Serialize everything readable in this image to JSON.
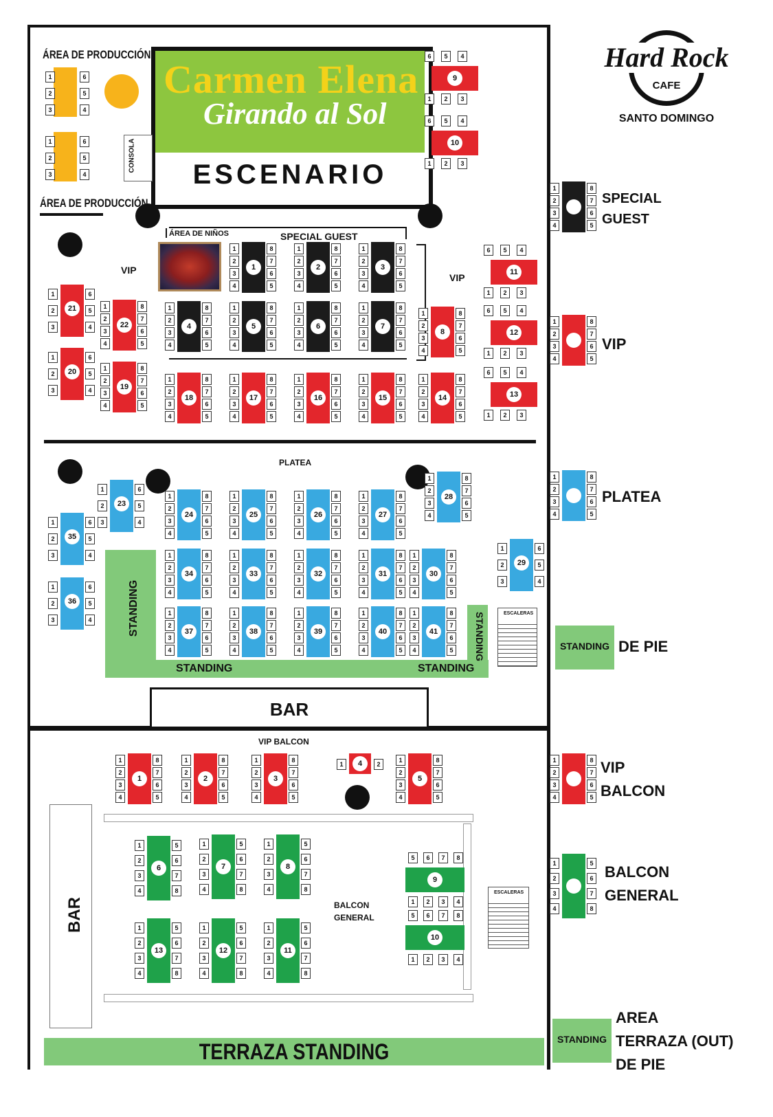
{
  "brand": {
    "name": "Hard Rock",
    "sub": "CAFE",
    "city": "SANTO DOMINGO"
  },
  "stage": {
    "artist": "Carmen Elena",
    "tour": "Girando al Sol",
    "label": "ESCENARIO"
  },
  "labels": {
    "produccion1": "ÁREA DE PRODUCCIÓN",
    "produccion2": "ÁREA DE PRODUCCIÓN",
    "consola": "CONSOLA",
    "ninos": "ÁREA DE NIÑOS",
    "special_guest": "SPECIAL GUEST",
    "vip_left": "VIP",
    "vip_right": "VIP",
    "platea": "PLATEA",
    "standing_v": "STANDING",
    "standing_b1": "STANDING",
    "standing_b2": "STANDING",
    "standing_r": "STANDING",
    "escaleras1": "ESCALERAS",
    "escaleras2": "ESCALERAS",
    "bar_main": "BAR",
    "vip_balcon": "VIP BALCON",
    "bar_side": "BAR",
    "balcon_general_l1": "BALCON",
    "balcon_general_l2": "GENERAL",
    "terraza": "TERRAZA STANDING"
  },
  "legend": {
    "special1": "SPECIAL",
    "special2": "GUEST",
    "vip": "VIP",
    "platea": "PLATEA",
    "standing_box": "STANDING",
    "de_pie": "DE PIE",
    "vipb1": "VIP",
    "vipb2": "BALCON",
    "bg1": "BALCON",
    "bg2": "GENERAL",
    "terr_box": "STANDING",
    "terr1": "AREA",
    "terr2": "TERRAZA (OUT)",
    "terr3": "DE PIE"
  },
  "colors": {
    "special": "#1b1b1b",
    "vip": "#e3262c",
    "platea": "#39a9e0",
    "balcon": "#1fa24a",
    "standing": "#82c97a",
    "production": "#f7b31b"
  },
  "tables": [
    {
      "n": "9",
      "kind": "vip",
      "layout": "h3"
    },
    {
      "n": "10",
      "kind": "vip",
      "layout": "h3"
    },
    {
      "n": "1",
      "kind": "special",
      "layout": "v8"
    },
    {
      "n": "2",
      "kind": "special",
      "layout": "v8"
    },
    {
      "n": "3",
      "kind": "special",
      "layout": "v8"
    },
    {
      "n": "4",
      "kind": "special",
      "layout": "v8"
    },
    {
      "n": "5",
      "kind": "special",
      "layout": "v8"
    },
    {
      "n": "6",
      "kind": "special",
      "layout": "v8"
    },
    {
      "n": "7",
      "kind": "special",
      "layout": "v8"
    },
    {
      "n": "8",
      "kind": "vip",
      "layout": "v8"
    },
    {
      "n": "11",
      "kind": "vip",
      "layout": "h3"
    },
    {
      "n": "12",
      "kind": "vip",
      "layout": "h3"
    },
    {
      "n": "13",
      "kind": "vip",
      "layout": "h3b"
    },
    {
      "n": "21",
      "kind": "vip",
      "layout": "v6"
    },
    {
      "n": "20",
      "kind": "vip",
      "layout": "v6"
    },
    {
      "n": "22",
      "kind": "vip",
      "layout": "v8"
    },
    {
      "n": "19",
      "kind": "vip",
      "layout": "v8"
    },
    {
      "n": "18",
      "kind": "vip",
      "layout": "v8"
    },
    {
      "n": "17",
      "kind": "vip",
      "layout": "v8"
    },
    {
      "n": "16",
      "kind": "vip",
      "layout": "v8"
    },
    {
      "n": "15",
      "kind": "vip",
      "layout": "v8"
    },
    {
      "n": "14",
      "kind": "vip",
      "layout": "v8"
    },
    {
      "n": "23",
      "kind": "platea",
      "layout": "v6"
    },
    {
      "n": "24",
      "kind": "platea",
      "layout": "v8"
    },
    {
      "n": "25",
      "kind": "platea",
      "layout": "v8"
    },
    {
      "n": "26",
      "kind": "platea",
      "layout": "v8"
    },
    {
      "n": "27",
      "kind": "platea",
      "layout": "v8"
    },
    {
      "n": "28",
      "kind": "platea",
      "layout": "v8"
    },
    {
      "n": "35",
      "kind": "platea",
      "layout": "v6"
    },
    {
      "n": "36",
      "kind": "platea",
      "layout": "v6"
    },
    {
      "n": "34",
      "kind": "platea",
      "layout": "v8"
    },
    {
      "n": "33",
      "kind": "platea",
      "layout": "v8"
    },
    {
      "n": "32",
      "kind": "platea",
      "layout": "v8"
    },
    {
      "n": "31",
      "kind": "platea",
      "layout": "v8"
    },
    {
      "n": "30",
      "kind": "platea",
      "layout": "v8"
    },
    {
      "n": "29",
      "kind": "platea",
      "layout": "v6"
    },
    {
      "n": "37",
      "kind": "platea",
      "layout": "v8"
    },
    {
      "n": "38",
      "kind": "platea",
      "layout": "v8"
    },
    {
      "n": "39",
      "kind": "platea",
      "layout": "v8"
    },
    {
      "n": "40",
      "kind": "platea",
      "layout": "v8"
    },
    {
      "n": "41",
      "kind": "platea",
      "layout": "v8"
    },
    {
      "n": "1",
      "kind": "vip",
      "layout": "v8"
    },
    {
      "n": "2",
      "kind": "vip",
      "layout": "v8"
    },
    {
      "n": "3",
      "kind": "vip",
      "layout": "v8"
    },
    {
      "n": "4",
      "kind": "vip",
      "layout": "h2"
    },
    {
      "n": "5",
      "kind": "vip",
      "layout": "v8"
    },
    {
      "n": "6",
      "kind": "balcon",
      "layout": "b8"
    },
    {
      "n": "7",
      "kind": "balcon",
      "layout": "b8"
    },
    {
      "n": "8",
      "kind": "balcon",
      "layout": "b8"
    },
    {
      "n": "13",
      "kind": "balcon",
      "layout": "b8"
    },
    {
      "n": "12",
      "kind": "balcon",
      "layout": "b8"
    },
    {
      "n": "11",
      "kind": "balcon",
      "layout": "b8"
    },
    {
      "n": "9",
      "kind": "balcon",
      "layout": "hb8"
    },
    {
      "n": "10",
      "kind": "balcon",
      "layout": "hb8"
    },
    {
      "n": "",
      "kind": "special",
      "layout": "v8"
    },
    {
      "n": "",
      "kind": "vip",
      "layout": "v8"
    },
    {
      "n": "",
      "kind": "platea",
      "layout": "v8"
    },
    {
      "n": "",
      "kind": "vip",
      "layout": "v8"
    },
    {
      "n": "",
      "kind": "balcon",
      "layout": "b8"
    }
  ]
}
